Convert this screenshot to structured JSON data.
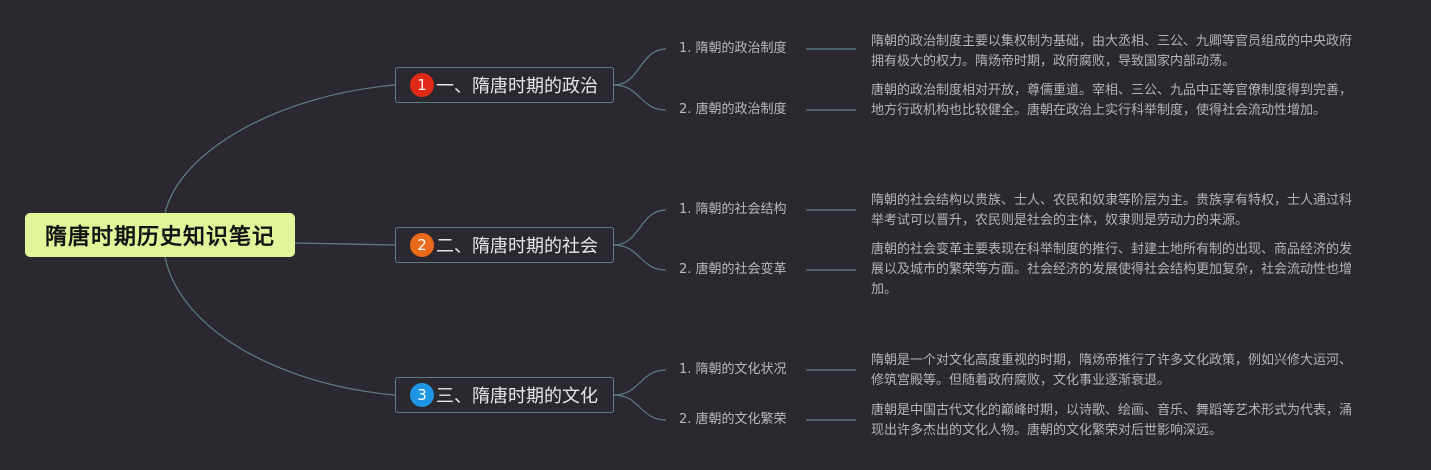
{
  "root": {
    "title": "隋唐时期历史知识笔记"
  },
  "colors": {
    "background": "#2c2830",
    "root_fill": "#e0f59a",
    "connector": "#5c7f86",
    "badge_1": "#e02a17",
    "badge_2": "#ea6a1c",
    "badge_3": "#1e96e3"
  },
  "branches": [
    {
      "badge": "1",
      "title": "一、隋唐时期的政治",
      "topics": [
        {
          "label": "1. 隋朝的政治制度",
          "note": "隋朝的政治制度主要以集权制为基础，由大丞相、三公、九卿等官员组成的中央政府拥有极大的权力。隋炀帝时期，政府腐败，导致国家内部动荡。"
        },
        {
          "label": "2. 唐朝的政治制度",
          "note": "唐朝的政治制度相对开放，尊儒重道。宰相、三公、九品中正等官僚制度得到完善，地方行政机构也比较健全。唐朝在政治上实行科举制度，使得社会流动性增加。"
        }
      ]
    },
    {
      "badge": "2",
      "title": "二、隋唐时期的社会",
      "topics": [
        {
          "label": "1. 隋朝的社会结构",
          "note": "隋朝的社会结构以贵族、士人、农民和奴隶等阶层为主。贵族享有特权，士人通过科举考试可以晋升，农民则是社会的主体，奴隶则是劳动力的来源。"
        },
        {
          "label": "2. 唐朝的社会变革",
          "note": "唐朝的社会变革主要表现在科举制度的推行、封建土地所有制的出现、商品经济的发展以及城市的繁荣等方面。社会经济的发展使得社会结构更加复杂，社会流动性也增加。"
        }
      ]
    },
    {
      "badge": "3",
      "title": "三、隋唐时期的文化",
      "topics": [
        {
          "label": "1. 隋朝的文化状况",
          "note": "隋朝是一个对文化高度重视的时期，隋炀帝推行了许多文化政策，例如兴修大运河、修筑宫殿等。但随着政府腐败，文化事业逐渐衰退。"
        },
        {
          "label": "2. 唐朝的文化繁荣",
          "note": "唐朝是中国古代文化的巅峰时期，以诗歌、绘画、音乐、舞蹈等艺术形式为代表，涌现出许多杰出的文化人物。唐朝的文化繁荣对后世影响深远。"
        }
      ]
    }
  ]
}
